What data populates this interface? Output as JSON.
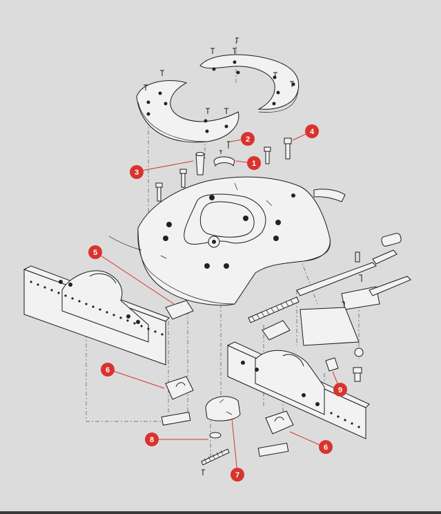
{
  "colors": {
    "background": "#dcdcdc",
    "callout_fill": "#d9332e",
    "callout_text": "#ffffff",
    "line": "#1a1a1a",
    "bottom_bar": "#3a3a3a"
  },
  "callouts": [
    {
      "id": "c1",
      "label": "1"
    },
    {
      "id": "c2",
      "label": "2"
    },
    {
      "id": "c3",
      "label": "3"
    },
    {
      "id": "c4",
      "label": "4"
    },
    {
      "id": "c5",
      "label": "5"
    },
    {
      "id": "c6a",
      "label": "6"
    },
    {
      "id": "c6b",
      "label": "6"
    },
    {
      "id": "c7",
      "label": "7"
    },
    {
      "id": "c8",
      "label": "8"
    },
    {
      "id": "c9",
      "label": "9"
    }
  ]
}
